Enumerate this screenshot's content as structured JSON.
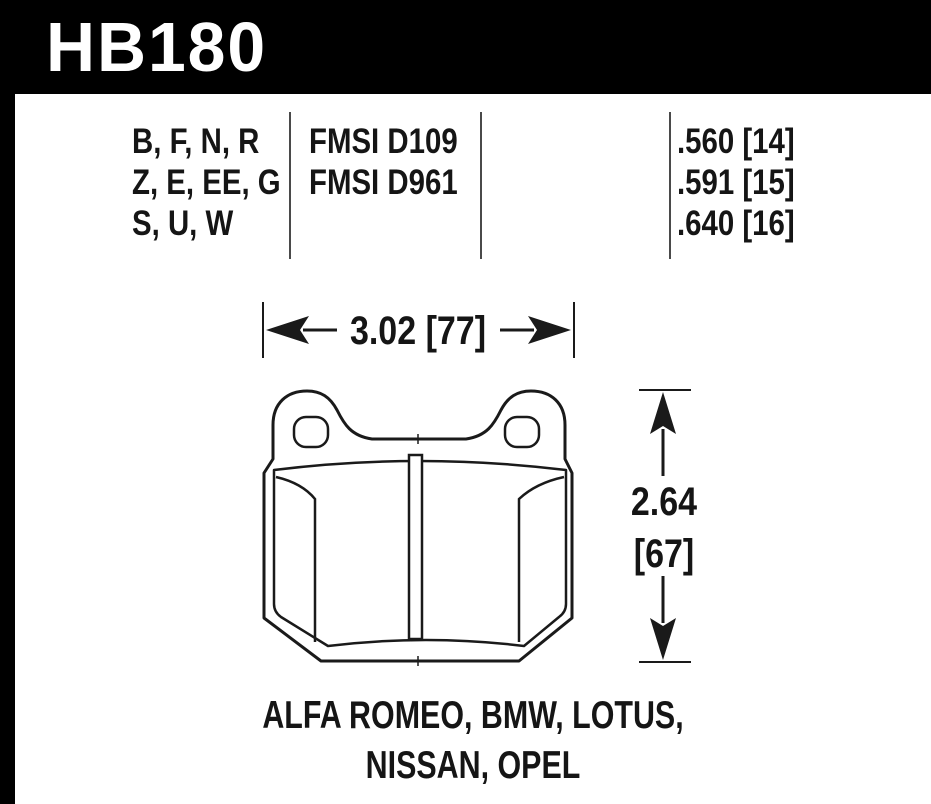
{
  "header": {
    "part_number": "HB180"
  },
  "spec_table": {
    "compound_rows": [
      "B, F, N, R",
      "Z, E, EE, G",
      "S, U, W"
    ],
    "fmsi_rows": [
      "FMSI D109",
      "FMSI D961"
    ],
    "thickness_rows": [
      ".560 [14]",
      ".591 [15]",
      ".640 [16]"
    ]
  },
  "dimensions": {
    "width_label": "3.02 [77]",
    "height_label_in": "2.64",
    "height_label_mm": "[67]"
  },
  "applications": {
    "line1": "ALFA ROMEO, BMW, LOTUS,",
    "line2": "NISSAN, OPEL"
  },
  "colors": {
    "ink": "#1a1a1a",
    "header_bg": "#000000",
    "table_rule": "#4a4a4a"
  }
}
